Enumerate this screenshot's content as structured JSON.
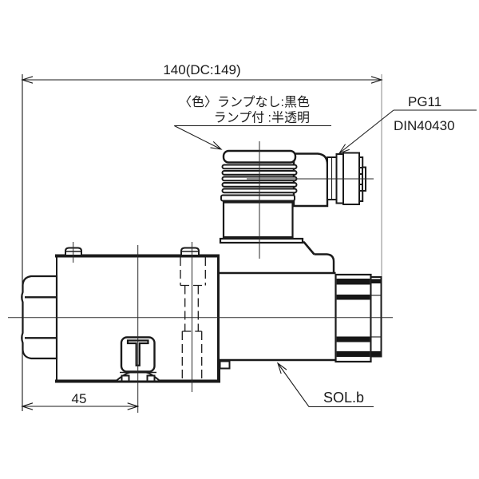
{
  "meta": {
    "drawing_type": "solenoid valve outline drawing",
    "background": "#ffffff",
    "line_color": "#1a1a1a",
    "extension_line_color": "#9c9c9c"
  },
  "dimensions": {
    "overall_length": {
      "label": "140(DC:149)"
    },
    "drain_offset": {
      "label": "45"
    }
  },
  "annotations": {
    "connector_color_note": {
      "line1": "〈色〉ランプなし:黒色",
      "line2": "ランプ付 :半透明"
    },
    "cable_gland": {
      "line1": "PG11",
      "line2": "DIN40430"
    },
    "solenoid_label": {
      "text": "SOL.b"
    },
    "port_marking": {
      "text": "T"
    }
  }
}
